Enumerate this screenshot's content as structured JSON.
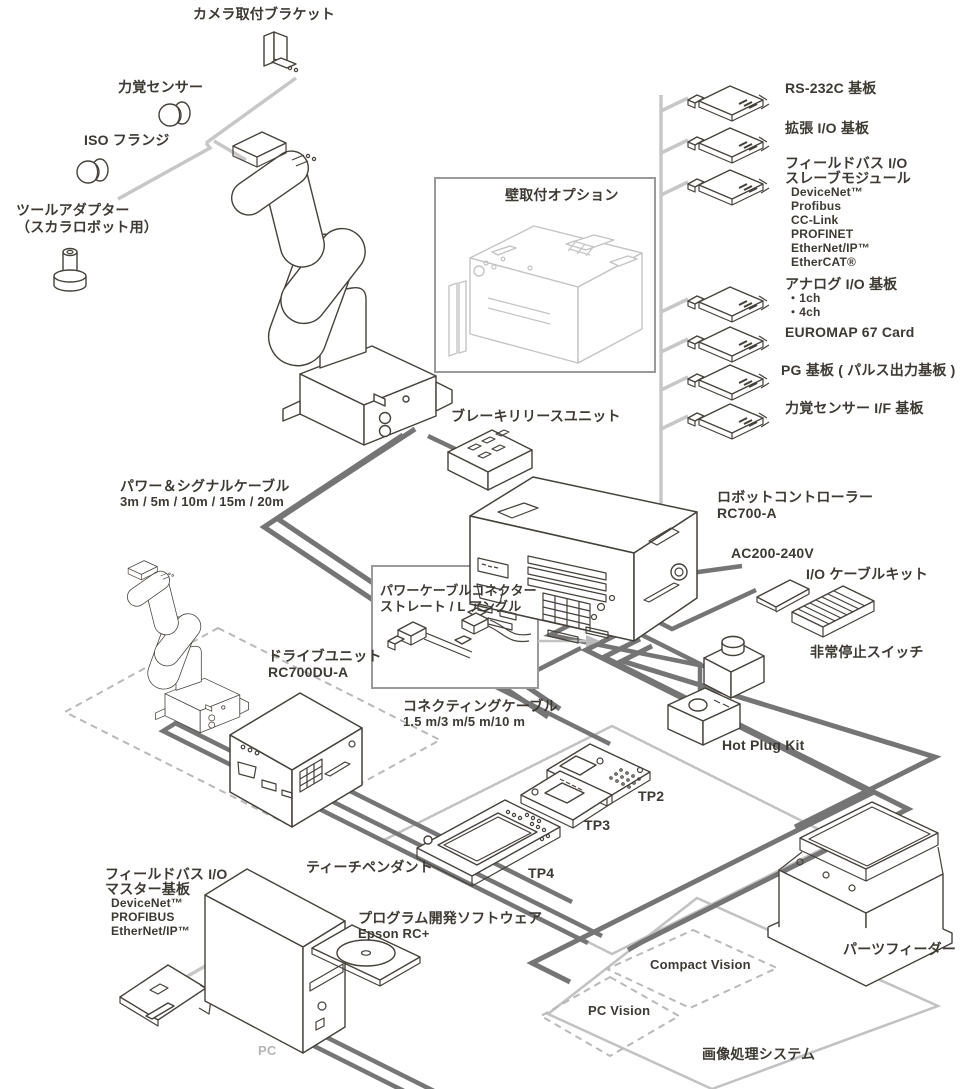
{
  "labels": {
    "camera_bracket": "カメラ取付ブラケット",
    "force_sensor": "力覚センサー",
    "iso_flange": "ISO フランジ",
    "tool_adapter": {
      "l1": "ツールアダプター",
      "l2": "（スカラロボット用）"
    },
    "wall_mount_option": "壁取付オプション",
    "boards": {
      "rs232c": "RS-232C 基板",
      "expansion_io": "拡張 I/O 基板",
      "fieldbus_slave": {
        "l1": "フィールドバス I/O",
        "l2": "スレーブモジュール",
        "items": [
          "DeviceNet™",
          "Profibus",
          "CC-Link",
          "PROFINET",
          "EtherNet/IP™",
          "EtherCAT®"
        ]
      },
      "analog": {
        "title": "アナログ I/O 基板",
        "ch1": "・1ch",
        "ch4": "・4ch"
      },
      "euromap": "EUROMAP 67 Card",
      "pg": "PG 基板 ( パルス出力基板 )",
      "force_if": "力覚センサー I/F 基板"
    },
    "brake_release": "ブレーキリリースユニット",
    "power_signal_cable": {
      "l1": "パワー＆シグナルケーブル",
      "l2": "3m / 5m / 10m / 15m / 20m"
    },
    "controller": {
      "l1": "ロボットコントローラー",
      "l2": "RC700-A"
    },
    "ac_power": "AC200-240V",
    "io_cable_kit": "I/O ケーブルキット",
    "emergency_stop": "非常停止スイッチ",
    "power_cable_connector": {
      "l1": "パワーケーブルコネクター",
      "l2": "ストレート / L アングル"
    },
    "drive_unit": {
      "l1": "ドライブユニット",
      "l2": "RC700DU-A"
    },
    "connecting_cable": {
      "l1": "コネクティングケーブル",
      "l2": "1.5 m/3 m/5 m/10 m"
    },
    "hot_plug_kit": "Hot Plug Kit",
    "tp2": "TP2",
    "tp3": "TP3",
    "tp4": "TP4",
    "teach_pendant": "ティーチペンダント",
    "fieldbus_master": {
      "l1": "フィールドバス I/O",
      "l2": "マスター基板",
      "items": [
        "DeviceNet™",
        "PROFIBUS",
        "EtherNet/IP™"
      ]
    },
    "dev_software": {
      "l1": "プログラム開発ソフトウェア",
      "l2": "Epson RC+"
    },
    "pc": "PC",
    "compact_vision": "Compact Vision",
    "pc_vision": "PC Vision",
    "parts_feeder": "パーツフィーダー",
    "vision_system": "画像処理システム"
  },
  "colors": {
    "text": "#3d3933",
    "outline": "#45413b",
    "cable": "#757575",
    "light_line": "#c7c7c7",
    "dashed": "#b9b9b9",
    "box_border": "#9a9a9a",
    "muted_text": "#b5b5b5",
    "background": "#ffffff"
  }
}
